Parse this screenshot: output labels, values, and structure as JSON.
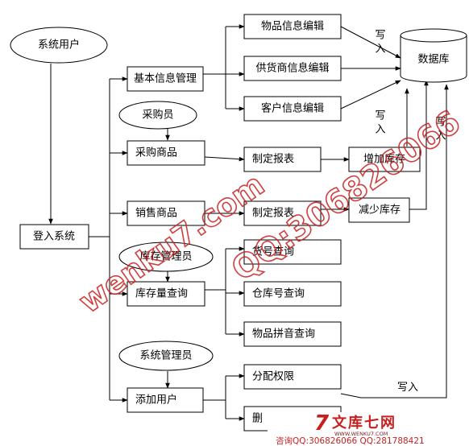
{
  "nodes": {
    "system_user": "系统用户",
    "login": "登入系统",
    "basic_info": "基本信息管理",
    "buyer": "采购员",
    "purchase": "采购商品",
    "sales": "销售商品",
    "stock_manager": "库存管理员",
    "stock_query": "库存量查询",
    "sys_manager": "系统管理员",
    "add_user": "添加用户",
    "item_edit": "物品信息编辑",
    "supplier_edit": "供货商信息编辑",
    "customer_edit": "客户信息编辑",
    "report1": "制定报表",
    "report2": "制定报表",
    "inc_stock": "增加库存",
    "dec_stock": "减少库存",
    "goods_query": "货号查询",
    "warehouse_query": "仓库号查询",
    "pinyin_query": "物品拼音查询",
    "assign_perm": "分配权限",
    "delete_user": "删",
    "database": "数据库"
  },
  "labels": {
    "write1": "写入",
    "write2": "写入",
    "write3": "写入",
    "write4": "写入"
  },
  "watermark": {
    "site1": "wenku7.com",
    "qq": "QQ:306826066",
    "logo_mark": "7",
    "logo_text": "文库七网",
    "logo_url": "WWW.WENKU7.COM",
    "contact": "咨询QQ:306826066 QQ:281788421"
  },
  "colors": {
    "stroke": "#000000",
    "watermark": "#c81e1e"
  }
}
